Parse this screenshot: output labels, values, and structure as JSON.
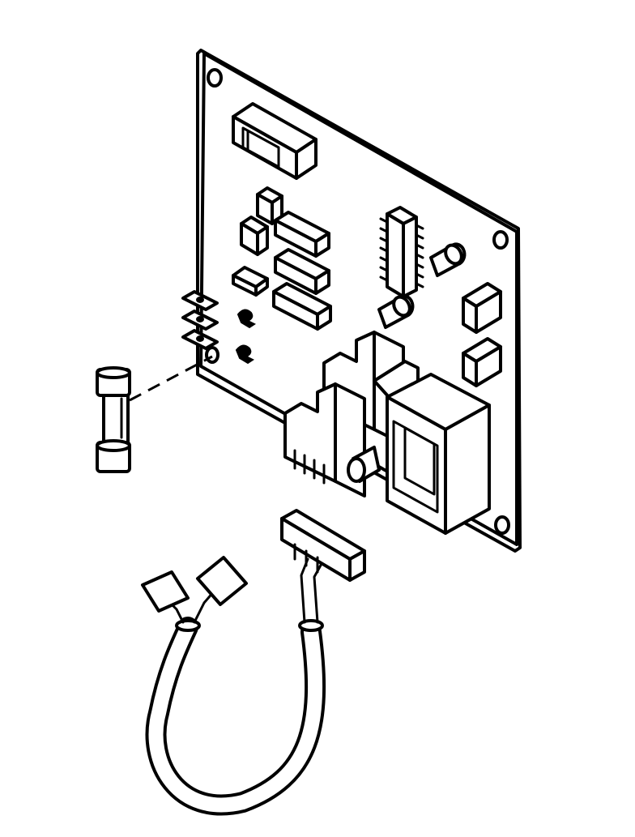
{
  "diagram": {
    "style": "black line-art exploded parts view",
    "colors": {
      "line": "#000000",
      "fill": "#ffffff"
    },
    "parts": [
      {
        "id": "control-board",
        "label": ""
      },
      {
        "id": "fuse",
        "label": ""
      },
      {
        "id": "wire-harness",
        "label": ""
      }
    ]
  }
}
